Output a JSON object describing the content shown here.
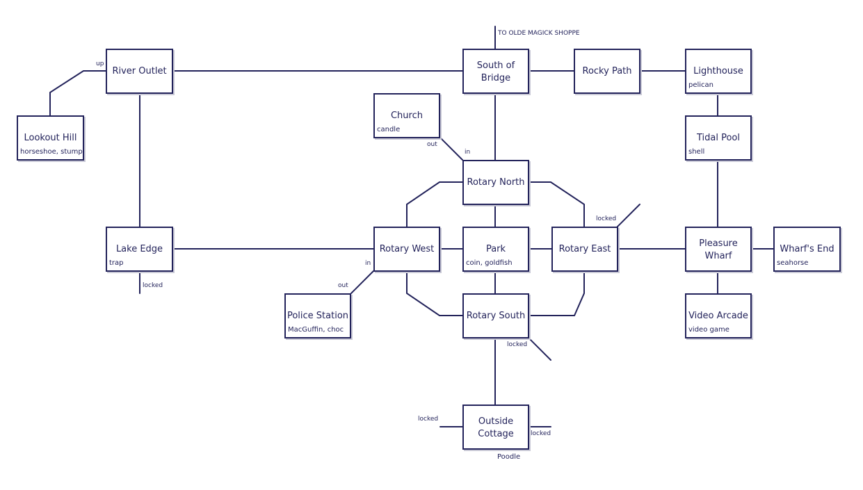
{
  "rooms": {
    "lookout_hill": {
      "name": "Lookout Hill",
      "items": "horseshoe, stump"
    },
    "river_outlet": {
      "name": "River Outlet",
      "items": ""
    },
    "lake_edge": {
      "name": "Lake Edge",
      "items": "trap"
    },
    "south_of_bridge": {
      "name": "South of\nBridge",
      "items": ""
    },
    "rocky_path": {
      "name": "Rocky Path",
      "items": ""
    },
    "lighthouse": {
      "name": "Lighthouse",
      "items": "pelican"
    },
    "tidal_pool": {
      "name": "Tidal Pool",
      "items": "shell"
    },
    "church": {
      "name": "Church",
      "items": "candle"
    },
    "rotary_north": {
      "name": "Rotary North",
      "items": ""
    },
    "rotary_west": {
      "name": "Rotary West",
      "items": ""
    },
    "park": {
      "name": "Park",
      "items": "coin, goldfish"
    },
    "rotary_east": {
      "name": "Rotary East",
      "items": ""
    },
    "rotary_south": {
      "name": "Rotary South",
      "items": ""
    },
    "police_station": {
      "name": "Police Station",
      "items": "MacGuffin, choc"
    },
    "pleasure_wharf": {
      "name": "Pleasure\nWharf",
      "items": ""
    },
    "wharfs_end": {
      "name": "Wharf's End",
      "items": "seahorse"
    },
    "video_arcade": {
      "name": "Video Arcade",
      "items": "video game"
    },
    "outside_cottage": {
      "name": "Outside\nCottage",
      "items": ""
    }
  },
  "labels": {
    "to_olde_magick": "TO OLDE MAGICK SHOPPE",
    "up": "up",
    "out": "out",
    "in": "in",
    "locked": "locked"
  },
  "outside_cottage_npc": "Poodle",
  "colors": {
    "ink": "#22225a",
    "shadow": "#c9c9d6",
    "background": "#ffffff"
  }
}
